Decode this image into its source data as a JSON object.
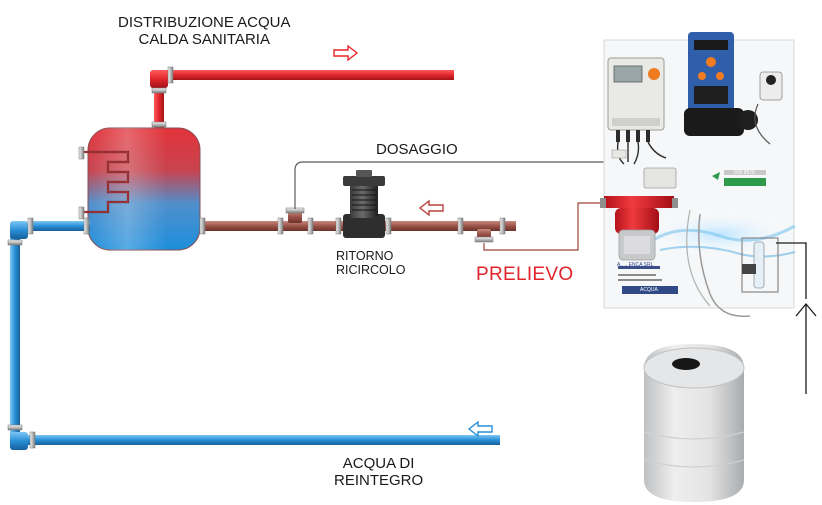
{
  "labels": {
    "hot_water_line1": "DISTRIBUZIONE ACQUA",
    "hot_water_line2": "CALDA SANITARIA",
    "dosing": "DOSAGGIO",
    "return_line1": "RITORNO",
    "return_line2": "RICIRCOLO",
    "sampling": "PRELIEVO",
    "makeup_line1": "ACQUA DI",
    "makeup_line2": "REINTEGRO"
  },
  "panel": {
    "company": "A.. .. ENCA SRL",
    "brand": "ACQUA",
    "phone": "039 8578"
  },
  "colors": {
    "hot_pipe": "#e8262b",
    "return_pipe": "#a05a4f",
    "cold_pipe": "#2a8fd6",
    "sampling_text": "#e0242a",
    "arrow_hot": "#e8262b",
    "arrow_return": "#b8423a",
    "arrow_cold": "#2a8fd6"
  },
  "icons": [
    "flow-arrow-right-icon",
    "flow-arrow-left-icon",
    "pump-icon",
    "valve-icon",
    "tank-icon"
  ]
}
